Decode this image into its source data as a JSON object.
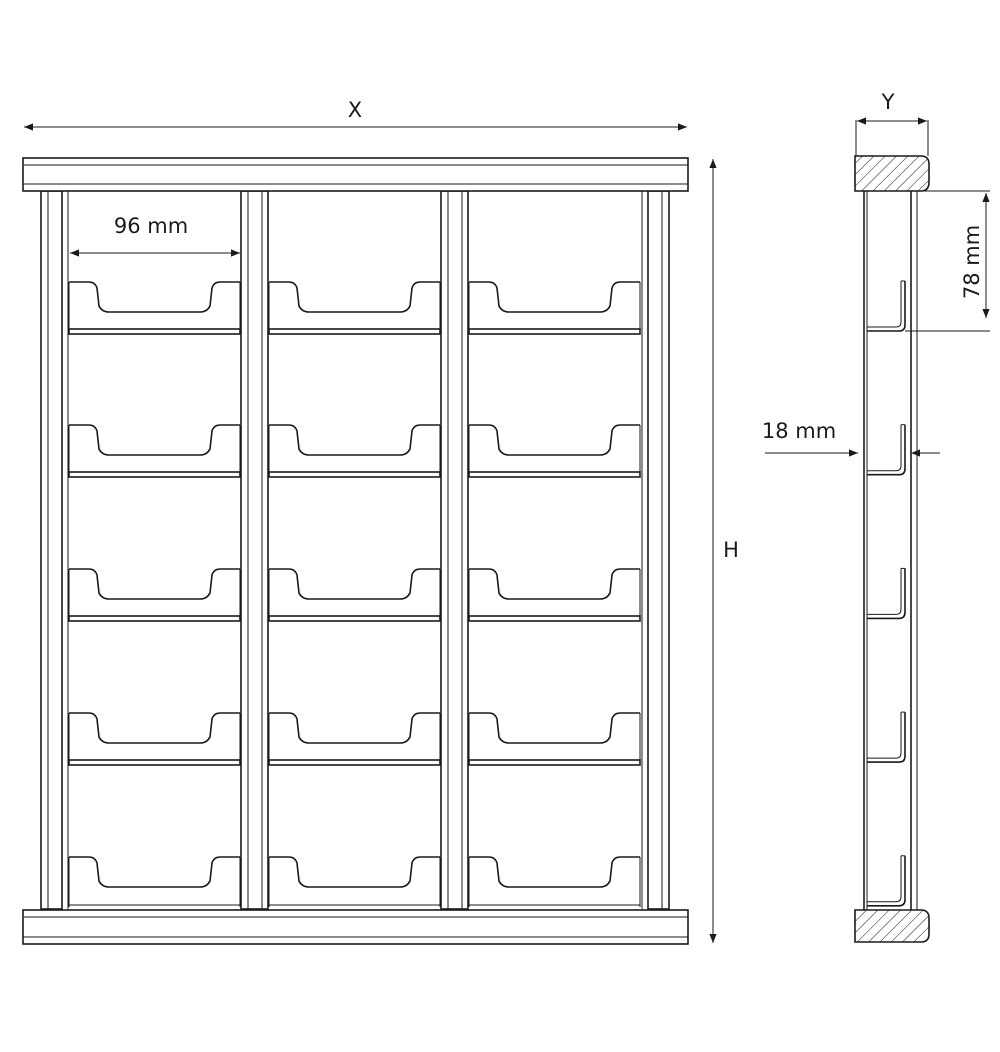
{
  "labels": {
    "width": "X",
    "height": "H",
    "depth": "Y",
    "compartment_width": "96 mm",
    "shelf_pitch": "78 mm",
    "shelf_depth": "18 mm"
  },
  "layout": {
    "columns": 3,
    "shelves_per_column": 5
  }
}
